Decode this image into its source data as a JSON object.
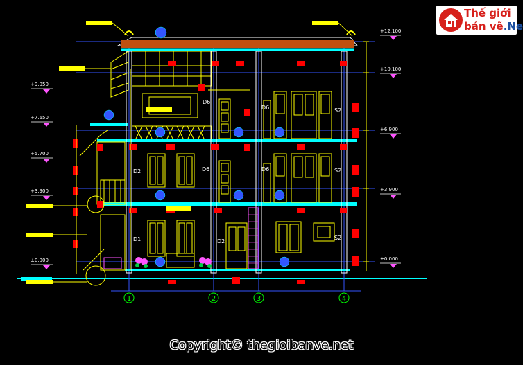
{
  "logo": {
    "line1": "Thế giới",
    "line2": "bản vẽ",
    "suffix": ".Net",
    "colors": {
      "red": "#d7201b",
      "blue": "#1a4fa0"
    }
  },
  "copyright": "Copyright© thegioibanve.net",
  "levels": {
    "right": [
      "+12.100",
      "+10.100",
      "+6.900",
      "+3.900",
      "±0.000"
    ],
    "left": [
      "+9.050",
      "+7.650",
      "+5.700",
      "+3.900",
      "±0.000"
    ]
  },
  "grid_axes": [
    "1",
    "2",
    "3",
    "4"
  ],
  "room_labels": {
    "d6_top_left": "D6",
    "d6_top_right": "D6",
    "s2_top": "S2",
    "d2_top": "D2",
    "d2_mid": "D2",
    "d6_mid_left": "D6",
    "d6_mid_right": "D6",
    "s2_mid": "S2",
    "d1_ground": "D1",
    "d2_ground": "D2",
    "s2_ground": "S2"
  },
  "colors": {
    "background": "#000000",
    "yellow": "#ffff00",
    "cyan": "#00ffff",
    "red": "#ff0000",
    "blue": "#3355ff",
    "white": "#ffffff",
    "pink": "#ff55ff",
    "orange": "#ff9900"
  }
}
